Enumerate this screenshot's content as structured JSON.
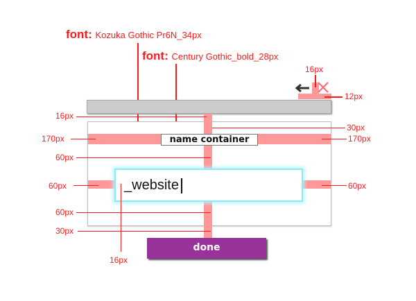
{
  "annotations": {
    "font_primary": {
      "label": "font:",
      "value": "Kozuka Gothic Pr6N_34px"
    },
    "font_secondary": {
      "label": "font:",
      "value": "Century Gothic_bold_28px"
    },
    "top_icon_gap": "16px",
    "top_icon_margin": "12px",
    "topbar_gap": "16px",
    "panel_top_padding": "30px",
    "label_left_margin": "170px",
    "label_right_margin": "170px",
    "label_to_input_gap": "60px",
    "input_left_margin": "60px",
    "input_right_margin": "60px",
    "input_to_bottom_gap": "60px",
    "panel_to_button_gap": "30px",
    "text_indent": "16px"
  },
  "ui": {
    "name_container_label": "name container",
    "input_value": "_website",
    "done_button": "done",
    "back_icon": "arrow-left-icon",
    "close_icon": "close-x-icon"
  },
  "colors": {
    "annotation": "#ff1a1a",
    "spacing_highlight": "#ff9999",
    "button": "#993399",
    "input_glow": "#8feaf5",
    "topbar": "#cccccc"
  }
}
